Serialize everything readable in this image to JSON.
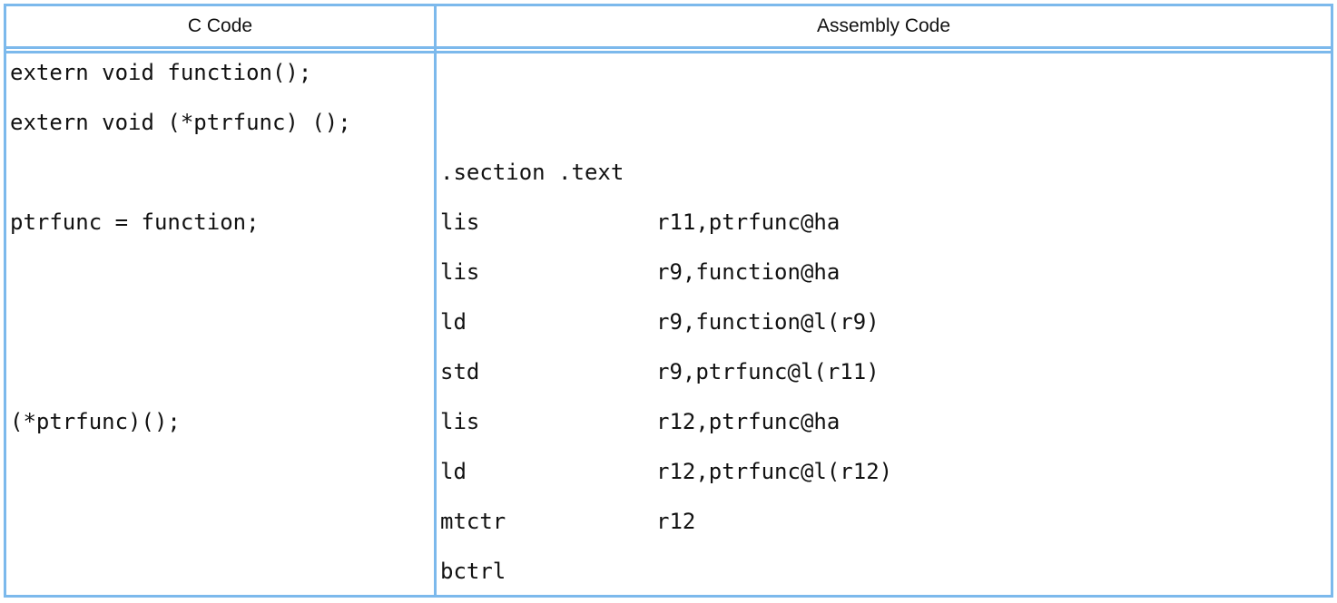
{
  "table": {
    "headers": {
      "c_code": "C Code",
      "assembly_code": "Assembly Code"
    },
    "c_lines": [
      "extern void function();",
      "extern void (*ptrfunc) ();",
      "ptrfunc = function;",
      "(*ptrfunc)();"
    ],
    "asm_lines": [
      {
        "op": ".section .text",
        "arg": ""
      },
      {
        "op": "lis",
        "arg": "r11,ptrfunc@ha"
      },
      {
        "op": "lis",
        "arg": "r9,function@ha"
      },
      {
        "op": "ld",
        "arg": "r9,function@l(r9)"
      },
      {
        "op": "std",
        "arg": "r9,ptrfunc@l(r11)"
      },
      {
        "op": "lis",
        "arg": "r12,ptrfunc@ha"
      },
      {
        "op": "ld",
        "arg": "r12,ptrfunc@l(r12)"
      },
      {
        "op": "mtctr",
        "arg": "r12"
      },
      {
        "op": "bctrl",
        "arg": ""
      }
    ]
  },
  "colors": {
    "border": "#7cb9ec",
    "text": "#111111"
  }
}
